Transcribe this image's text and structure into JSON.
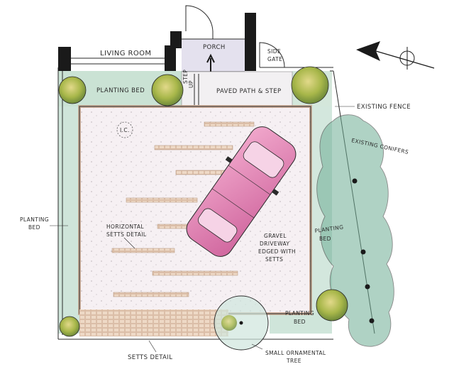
{
  "labels": {
    "living_room": "LIVING ROOM",
    "porch": "PORCH",
    "side_gate_1": "SIDE",
    "side_gate_2": "GATE",
    "step_1": "STEP",
    "step_2": "UP",
    "planting_bed_top": "PLANTING BED",
    "paved_path": "PAVED PATH & STEP",
    "existing_fence": "EXISTING FENCE",
    "existing_conifers": "EXISTING CONIFERS",
    "ic": "I.C.",
    "planting_bed_left_1": "PLANTING",
    "planting_bed_left_2": "BED",
    "horizontal_setts_1": "HORIZONTAL",
    "horizontal_setts_2": "SETTS DETAIL",
    "gravel_1": "GRAVEL",
    "gravel_2": "DRIVEWAY",
    "gravel_3": "EDGED WITH",
    "gravel_4": "SETTS",
    "planting_bed_right_1": "PLANTING",
    "planting_bed_right_2": "BED",
    "planting_bed_bottom_1": "PLANTING",
    "planting_bed_bottom_2": "BED",
    "setts_detail": "SETTS DETAIL",
    "small_tree_1": "SMALL ORNAMENTAL",
    "small_tree_2": "TREE"
  },
  "colors": {
    "planting": "#7fb89a",
    "tree": "#a9b84a",
    "conifer": "#5f9e86",
    "gravel": "#f4eef2",
    "setts": "#e6c9b0",
    "car": "#e07fb2",
    "porch": "#dcd8e8"
  }
}
